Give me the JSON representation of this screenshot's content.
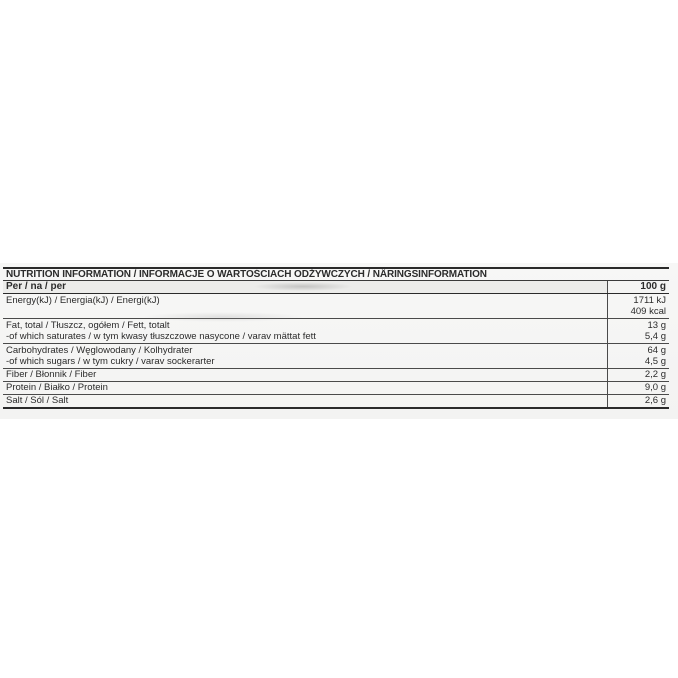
{
  "nutrition": {
    "heading": "NUTRITION INFORMATION / INFORMACJE O WARTOŚCIACH ODŻYWCZYCH / NÄRINGSINFORMATION",
    "per_label": "Per / na / per",
    "per_value": "100 g",
    "rows": [
      {
        "name_lines": [
          "Energy(kJ) / Energia(kJ) / Energi(kJ)"
        ],
        "value_lines": [
          "1711 kJ",
          "409 kcal"
        ]
      },
      {
        "name_lines": [
          "Fat, total / Tłuszcz, ogółem / Fett, totalt",
          "-of which saturates / w tym kwasy tłuszczowe nasycone / varav mättat fett"
        ],
        "value_lines": [
          "13 g",
          "5,4 g"
        ]
      },
      {
        "name_lines": [
          "Carbohydrates / Węglowodany / Kolhydrater",
          "-of which sugars / w tym cukry / varav sockerarter"
        ],
        "value_lines": [
          "64 g",
          "4,5 g"
        ]
      },
      {
        "name_lines": [
          "Fiber / Błonnik / Fiber"
        ],
        "value_lines": [
          "2,2 g"
        ]
      },
      {
        "name_lines": [
          "Protein / Białko / Protein"
        ],
        "value_lines": [
          "9,0 g"
        ]
      },
      {
        "name_lines": [
          "Salt / Sól / Salt"
        ],
        "value_lines": [
          "2,6 g"
        ]
      }
    ]
  }
}
